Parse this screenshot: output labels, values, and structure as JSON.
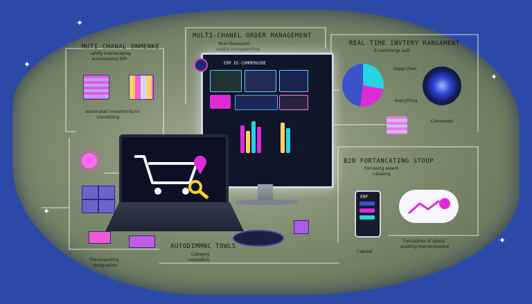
{
  "panels": {
    "multichannel_online": {
      "title": "MUTI-CHANAL ONMENKE",
      "lines": [
        "rafslly overleceping",
        "e-commerce EPP"
      ],
      "footer": [
        "automatad inmentnriss to",
        "transkiting"
      ]
    },
    "order_management": {
      "title": "MULTI-CHANEL ORDER MANAGEMENT",
      "lines": [
        "Real-tbeaepont",
        "supply mangaemiing"
      ]
    },
    "inventory": {
      "title": "REAL-TIME INVTERY RANGAMENT",
      "lines": [
        "E-commerge ault"
      ],
      "supply_label": "Sappl chan",
      "everything_label": "everything",
      "comments_label": "Cammeets"
    },
    "b2b": {
      "title": "B2B FORTANCATING STOOP",
      "lines": [
        "Forcasing eelent",
        "catesing"
      ]
    },
    "forecasting_right": {
      "lines": [
        "Fontasities of ojieral",
        "aveding mamontasions"
      ],
      "capsod_label": "Capsod"
    },
    "automation": {
      "title": "AUTODIMMNC TOWLS",
      "lines": [
        "Callagng",
        "nunosters"
      ]
    },
    "forecasting_left": {
      "lines": [
        "Forumaacting",
        "mezgustion"
      ]
    }
  },
  "monitor": {
    "title": "ERP EE-COMMEROIRE"
  },
  "phone": {
    "label": "ERP"
  },
  "colors": {
    "background": "#2d49a8",
    "accent_magenta": "#e02ad8",
    "accent_cyan": "#27d3e0",
    "accent_blue": "#3c52c8"
  },
  "icons": [
    "shopping-cart-icon",
    "location-pin-icon",
    "magnifier-icon",
    "pie-chart-icon",
    "lightbulb-icon",
    "cloud-chart-icon",
    "cube-icon",
    "star-icon"
  ]
}
